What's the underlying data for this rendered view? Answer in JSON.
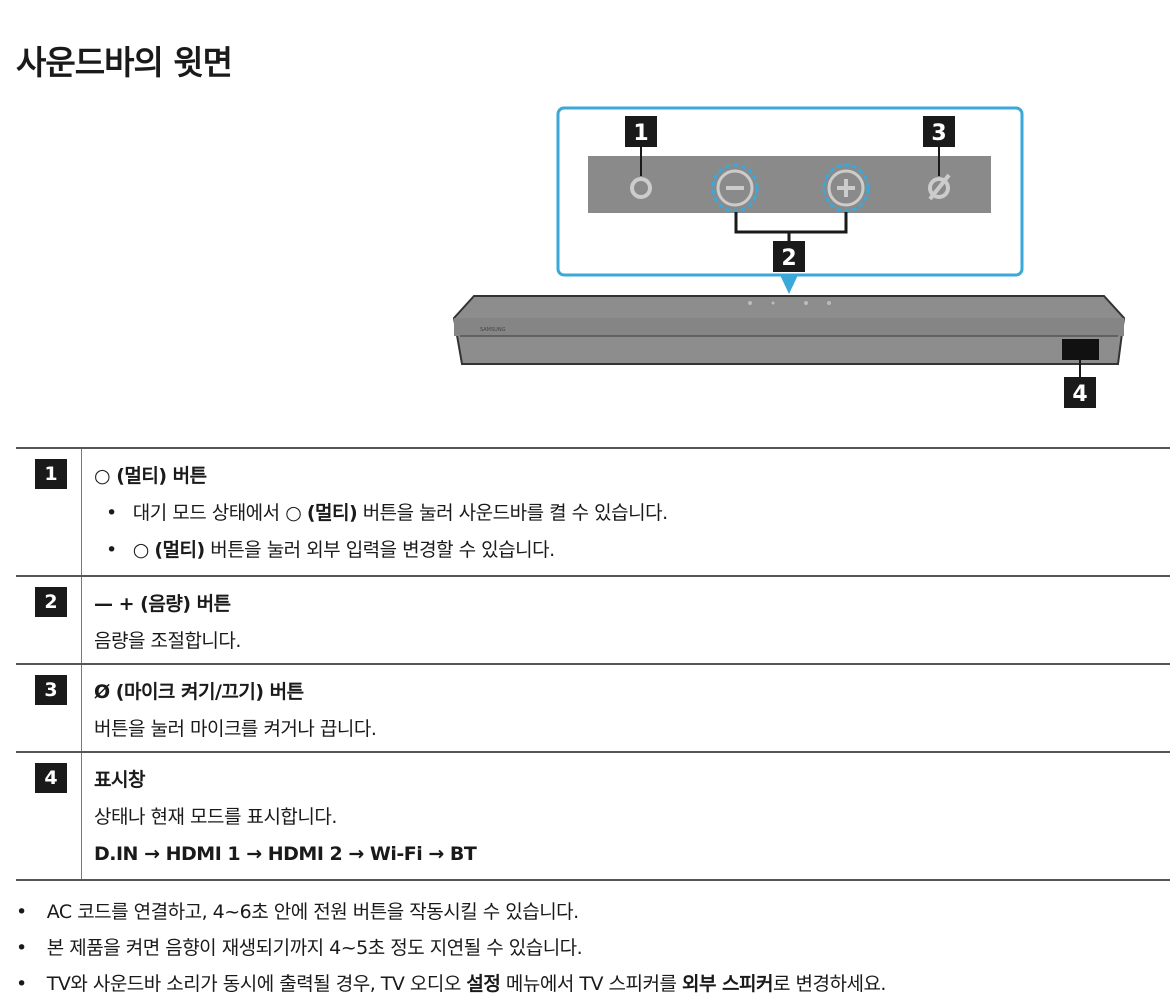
{
  "title": "사운드바의 윗면",
  "diagram": {
    "callouts": [
      "1",
      "2",
      "3",
      "4"
    ],
    "brand": "SAMSUNG",
    "accent": "#3aa8d8"
  },
  "rows": [
    {
      "num": "1",
      "icon": "○",
      "heading": "(멀티) 버튼",
      "bullets": [
        {
          "pre": "대기 모드 상태에서 ",
          "icon": "○",
          "bold": "(멀티)",
          "post": " 버튼을 눌러 사운드바를 켤 수 있습니다."
        },
        {
          "pre": "",
          "icon": "○",
          "bold": "(멀티)",
          "post": " 버튼을 눌러 외부 입력을 변경할 수 있습니다."
        }
      ]
    },
    {
      "num": "2",
      "icon": "—  +",
      "heading": "(음량) 버튼",
      "text": "음량을 조절합니다."
    },
    {
      "num": "3",
      "icon": "Ø",
      "heading": "(마이크 켜기/끄기) 버튼",
      "text": "버튼을 눌러 마이크를 켜거나 끕니다."
    },
    {
      "num": "4",
      "heading": "표시창",
      "text": "상태나 현재 모드를 표시합니다.",
      "sequence": "D.IN → HDMI 1 → HDMI 2 → Wi-Fi → BT"
    }
  ],
  "notes": [
    {
      "text": "AC 코드를 연결하고, 4~6초 안에 전원 버튼을 작동시킬 수 있습니다."
    },
    {
      "text": "본 제품을 켜면 음향이 재생되기까지 4~5초 정도 지연될 수 있습니다."
    },
    {
      "a": "TV와 사운드바 소리가 동시에 출력될 경우, TV 오디오 ",
      "b": "설정",
      "c": " 메뉴에서 TV 스피커를 ",
      "d": "외부 스피커",
      "e": "로 변경하세요."
    }
  ]
}
